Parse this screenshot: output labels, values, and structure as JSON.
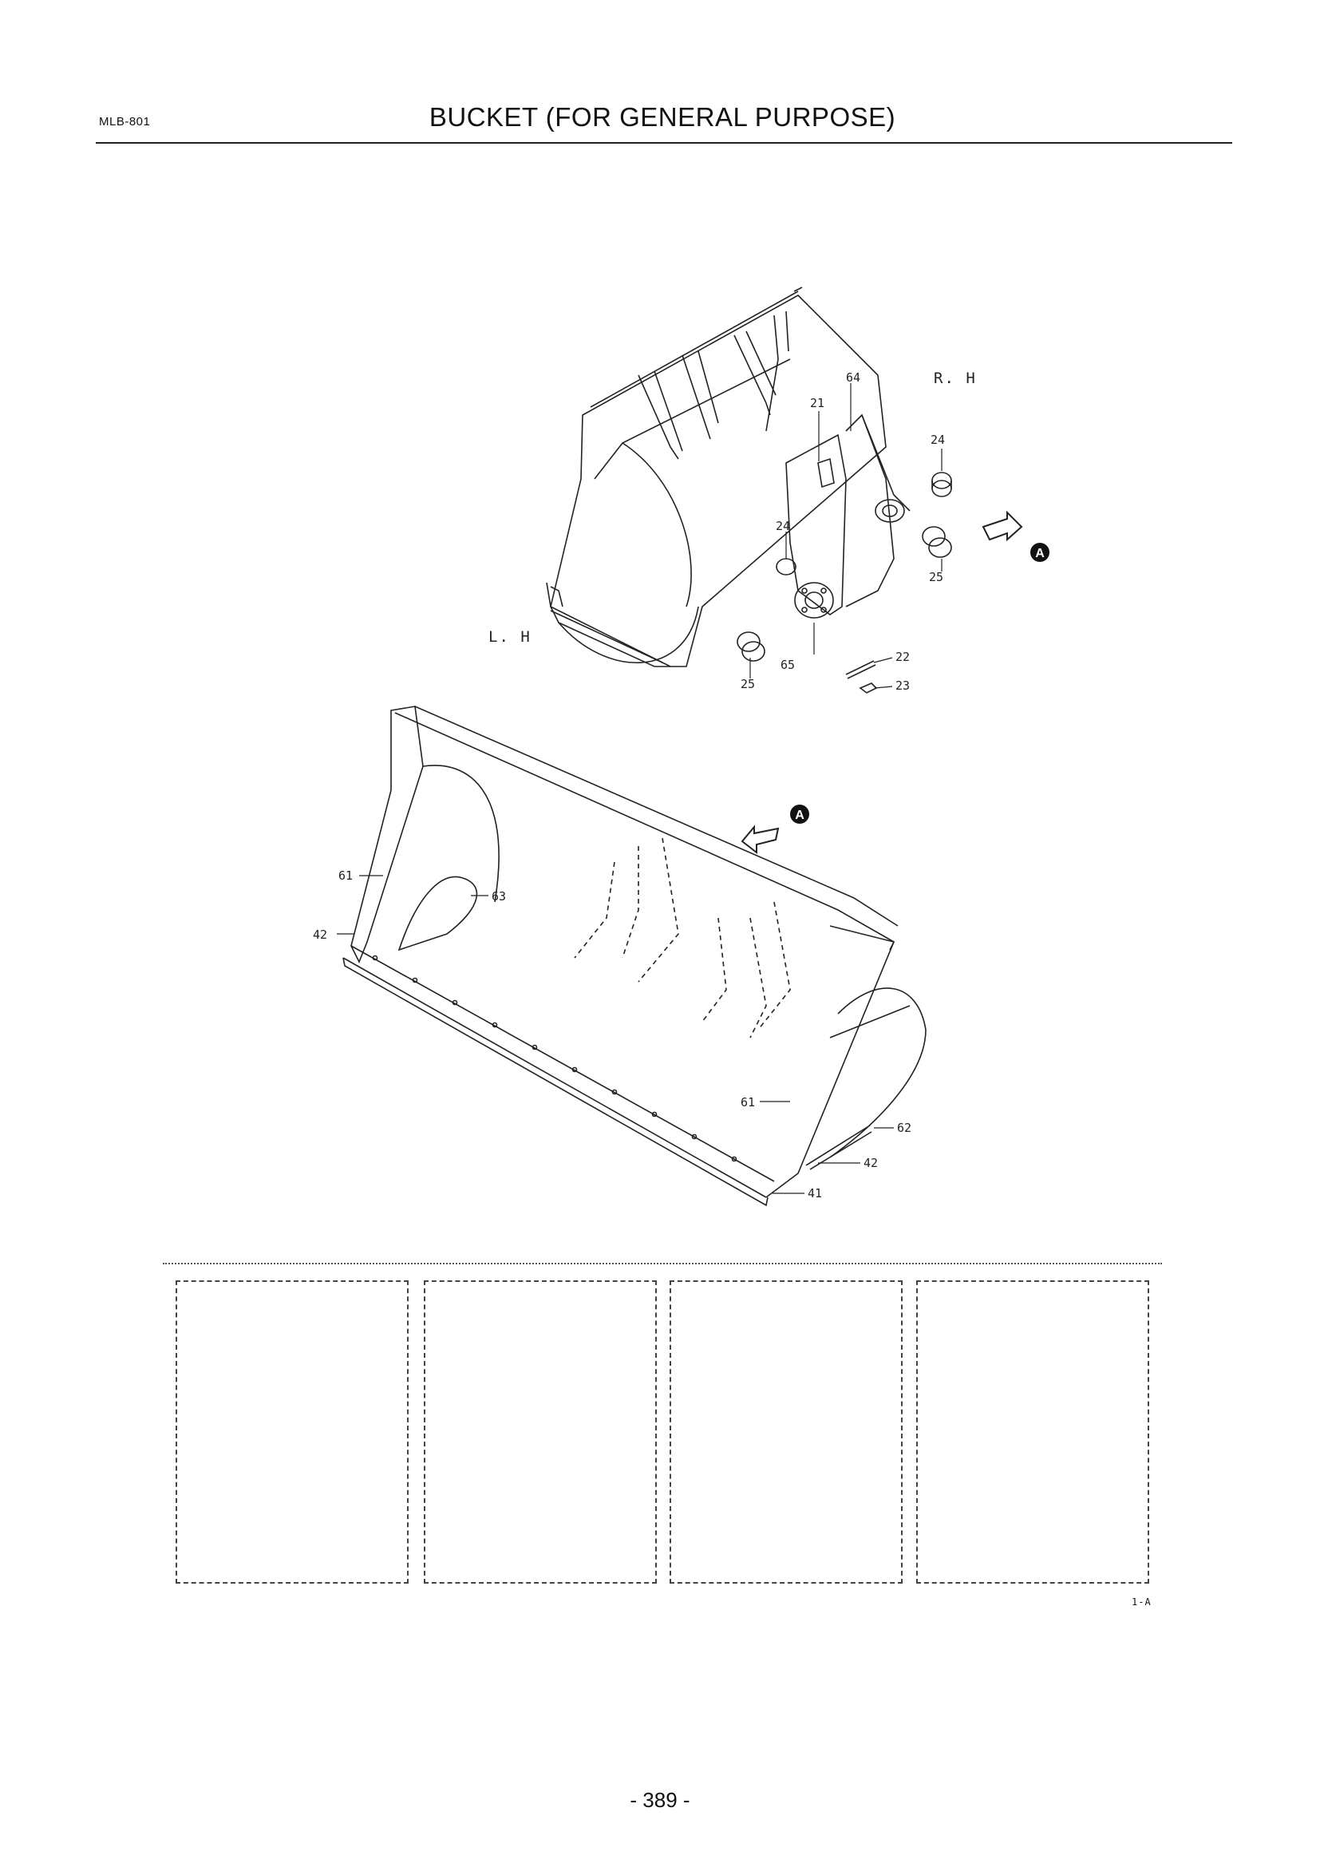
{
  "header": {
    "doc_code": "MLB-801",
    "title": "BUCKET (FOR GENERAL PURPOSE)"
  },
  "figure": {
    "side_labels": {
      "right": "R. H",
      "left": "L. H"
    },
    "view_marker": "A",
    "callouts": {
      "c21": "21",
      "c64": "64",
      "c24a": "24",
      "c24b": "24",
      "c25a": "25",
      "c25b": "25",
      "c65": "65",
      "c22": "22",
      "c23": "23",
      "c61a": "61",
      "c61b": "61",
      "c63": "63",
      "c42a": "42",
      "c42b": "42",
      "c62": "62",
      "c41": "41"
    }
  },
  "slots": [
    {
      "name": "parts-box-1",
      "text": ""
    },
    {
      "name": "parts-box-2",
      "text": ""
    },
    {
      "name": "parts-box-3",
      "text": ""
    },
    {
      "name": "parts-box-4",
      "text": ""
    }
  ],
  "footer": {
    "figure_ref": "1-A",
    "page_number": "- 389 -"
  }
}
